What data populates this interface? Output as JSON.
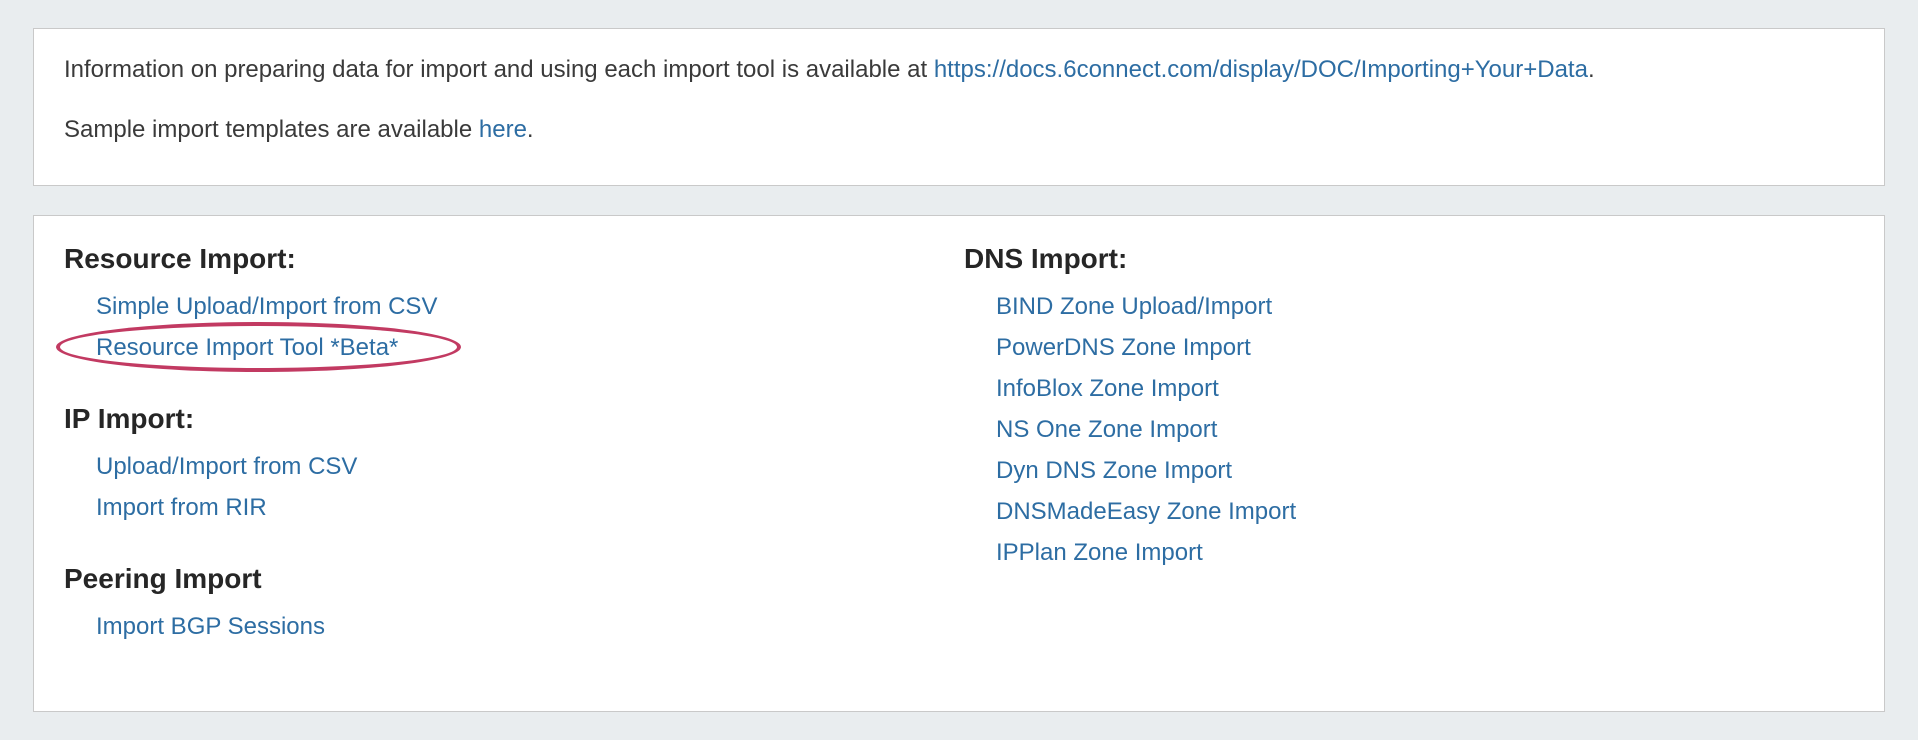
{
  "colors": {
    "page_background": "#e9edef",
    "panel_background": "#ffffff",
    "panel_border": "#c9c9c9",
    "text": "#3a3a3a",
    "heading": "#262626",
    "link": "#2d6da3",
    "annotation_circle": "#c23a62"
  },
  "info_panel": {
    "line1": {
      "prefix": "Information on preparing data for import and using each import tool is available at ",
      "link": "https://docs.6connect.com/display/DOC/Importing+Your+Data",
      "suffix": "."
    },
    "line2": {
      "prefix": "Sample import templates are available ",
      "link": "here",
      "suffix": "."
    }
  },
  "import_panel": {
    "left_sections": [
      {
        "heading": "Resource Import:",
        "links": [
          "Simple Upload/Import from CSV",
          "Resource Import Tool *Beta*"
        ]
      },
      {
        "heading": "IP Import:",
        "links": [
          "Upload/Import from CSV",
          "Import from RIR"
        ]
      },
      {
        "heading": "Peering Import",
        "links": [
          "Import BGP Sessions"
        ]
      }
    ],
    "right_sections": [
      {
        "heading": "DNS Import:",
        "links": [
          "BIND Zone Upload/Import",
          "PowerDNS Zone Import",
          "InfoBlox Zone Import",
          "NS One Zone Import",
          "Dyn DNS Zone Import",
          "DNSMadeEasy Zone Import",
          "IPPlan Zone Import"
        ]
      }
    ],
    "annotation": {
      "type": "ellipse",
      "around": "Resource Import Tool *Beta*",
      "color": "#c23a62"
    }
  }
}
